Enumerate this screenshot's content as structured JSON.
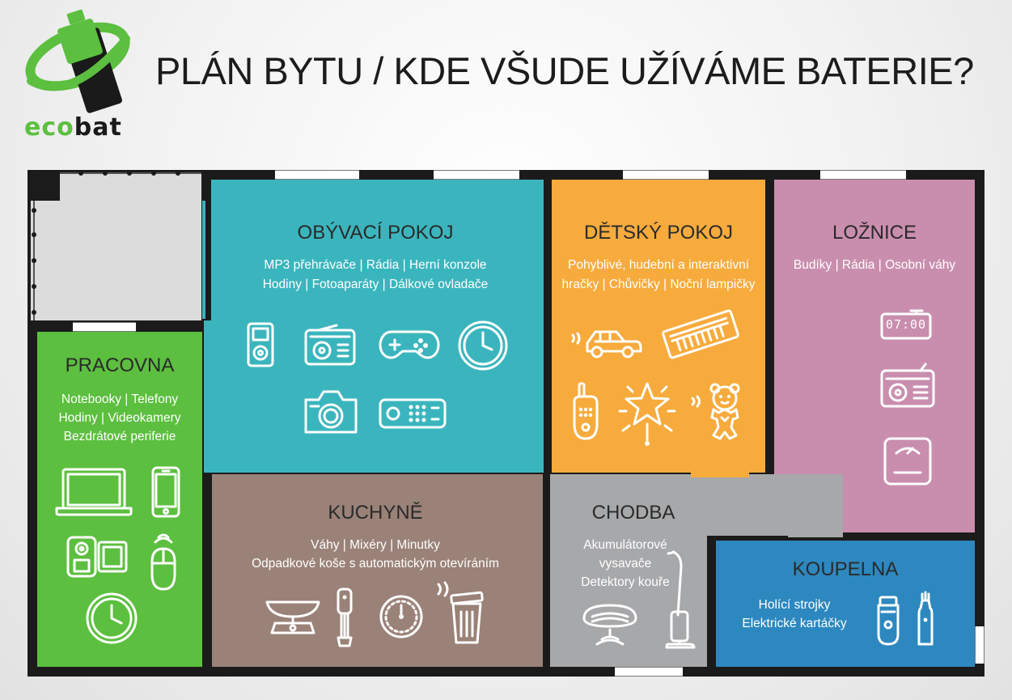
{
  "header": {
    "title": "PLÁN BYTU / KDE VŠUDE UŽÍVÁME BATERIE?",
    "logo_text_1": "eco",
    "logo_text_2": "bat"
  },
  "colors": {
    "green": "#5cbf3f",
    "teal": "#3bb5bd",
    "orange": "#f7ab3d",
    "pink": "#c98eae",
    "taupe": "#9a8278",
    "gray": "#a7a8aa",
    "blue": "#2d88bf",
    "balcony": "#dcdcdc",
    "walls": "#1b1b1b"
  },
  "rooms": {
    "obyvaci": {
      "name": "OBÝVACÍ POKOJ",
      "desc_1": "MP3 přehrávače | Rádia | Herní konzole",
      "desc_2": "Hodiny | Fotoaparáty | Dálkové ovladače",
      "icons": [
        "mp3-player-icon",
        "radio-icon",
        "gamepad-icon",
        "clock-icon",
        "camera-icon",
        "remote-control-icon"
      ]
    },
    "detsky": {
      "name": "DĚTSKÝ POKOJ",
      "desc_1": "Pohyblivé, hudební a interaktivní",
      "desc_2": "hračky | Chůvičky | Noční lampičky",
      "icons": [
        "toy-car-icon",
        "toy-keyboard-icon",
        "baby-monitor-icon",
        "star-lamp-icon",
        "teddy-bear-icon"
      ]
    },
    "loznice": {
      "name": "LOŽNICE",
      "desc_1": "Budíky | Rádia | Osobní váhy",
      "alarm_display": "07:00",
      "icons": [
        "alarm-clock-icon",
        "radio-icon",
        "bathroom-scale-icon"
      ]
    },
    "pracovna": {
      "name": "PRACOVNA",
      "desc_1": "Notebooky | Telefony",
      "desc_2": "Hodiny | Videokamery",
      "desc_3": "Bezdrátové periferie",
      "icons": [
        "laptop-icon",
        "phone-icon",
        "camcorder-icon",
        "wireless-mouse-icon",
        "clock-icon"
      ]
    },
    "kuchyne": {
      "name": "KUCHYNĚ",
      "desc_1": "Váhy | Mixéry | Minutky",
      "desc_2": "Odpadkové koše s automatickým otevíráním",
      "icons": [
        "kitchen-scale-icon",
        "hand-blender-icon",
        "kitchen-timer-icon",
        "smart-bin-icon"
      ]
    },
    "chodba": {
      "name": "CHODBA",
      "desc_1": "Akumulátorové",
      "desc_2": "vysavače",
      "desc_3": "Detektory kouře",
      "icons": [
        "smoke-detector-icon",
        "stick-vacuum-icon"
      ]
    },
    "koupelna": {
      "name": "KOUPELNA",
      "desc_1": "Holící strojky",
      "desc_2": "Elektrické kartáčky",
      "icons": [
        "shaver-icon",
        "electric-toothbrush-icon"
      ]
    }
  }
}
